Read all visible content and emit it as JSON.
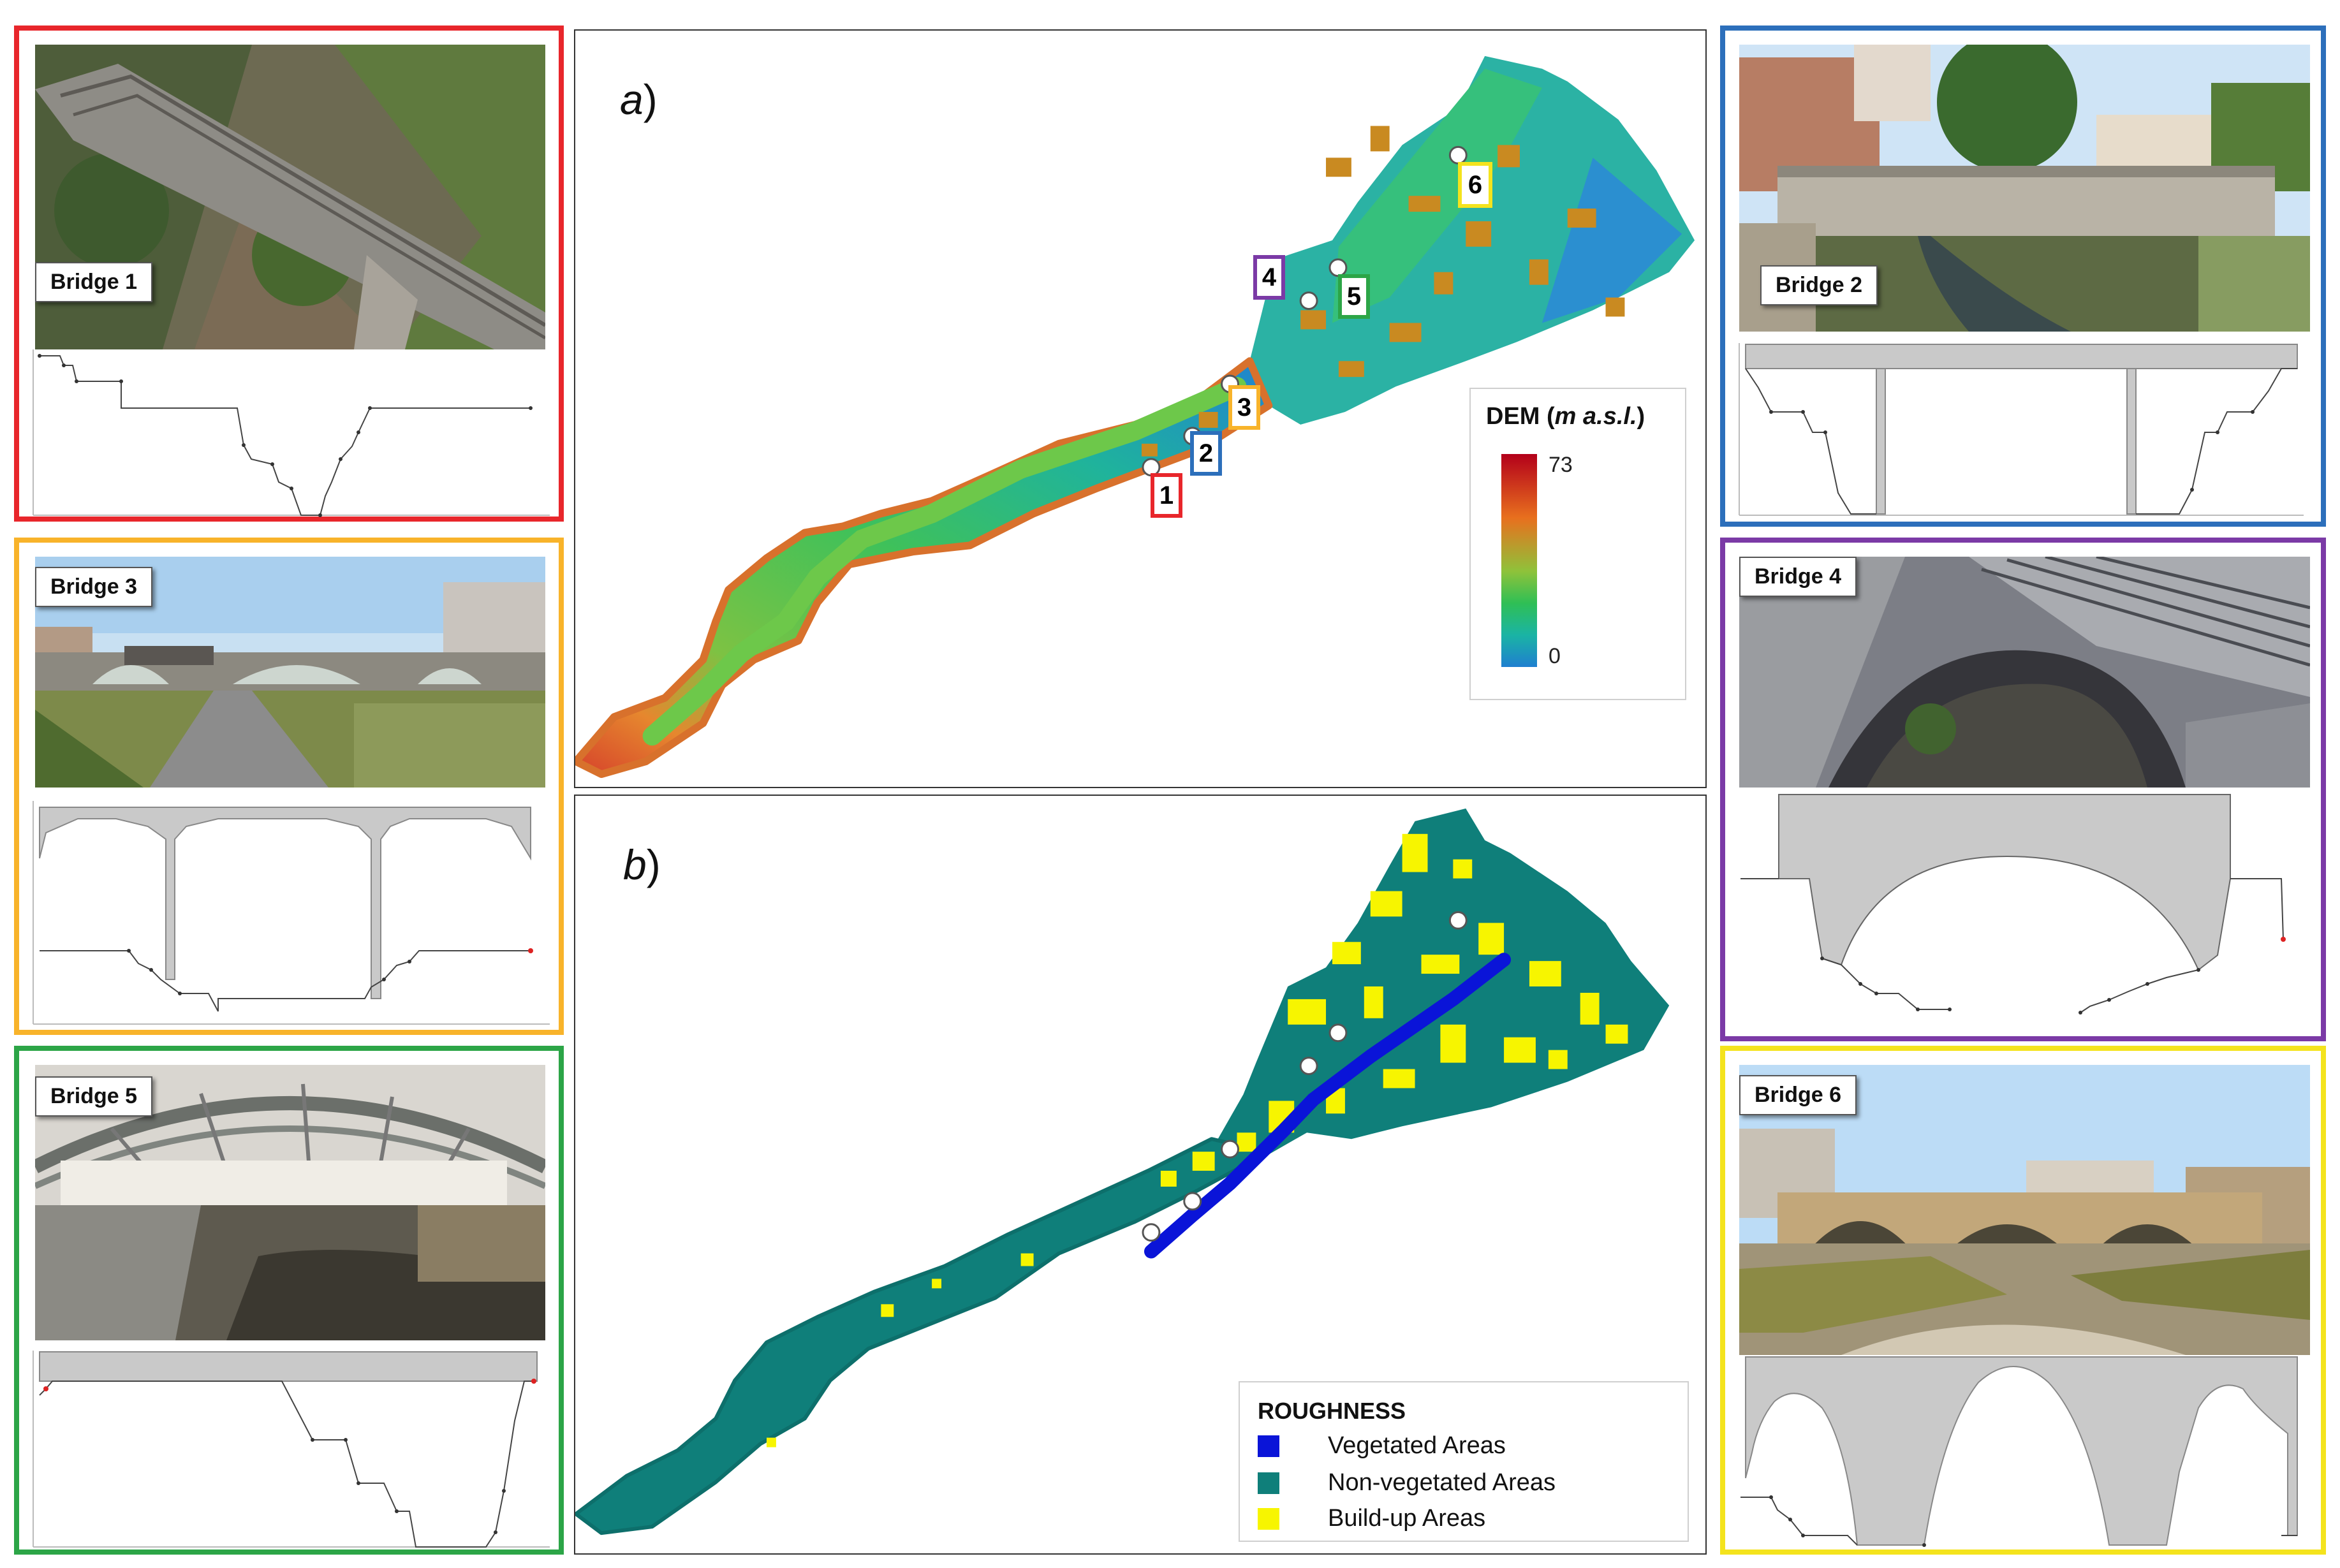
{
  "bridges": [
    {
      "label": "Bridge 1",
      "frame_color": "#e8262b"
    },
    {
      "label": "Bridge 2",
      "frame_color": "#2c6fbb"
    },
    {
      "label": "Bridge 3",
      "frame_color": "#f8b32a"
    },
    {
      "label": "Bridge 4",
      "frame_color": "#7b3aa6"
    },
    {
      "label": "Bridge 5",
      "frame_color": "#2ca547"
    },
    {
      "label": "Bridge 6",
      "frame_color": "#f4e31d"
    }
  ],
  "map_a": {
    "title_letter": "a",
    "title_paren": ")",
    "markers": [
      {
        "number": "1",
        "color": "#e8262b"
      },
      {
        "number": "2",
        "color": "#2c6fbb"
      },
      {
        "number": "3",
        "color": "#f8b32a"
      },
      {
        "number": "4",
        "color": "#7b3aa6"
      },
      {
        "number": "5",
        "color": "#2ca547"
      },
      {
        "number": "6",
        "color": "#f4e31d"
      }
    ],
    "legend": {
      "title_prefix": "DEM (",
      "title_unit": "m a.s.l.",
      "title_suffix": ")",
      "max_label": "73",
      "min_label": "0",
      "gradient_colors": [
        "#b3001a",
        "#e8701e",
        "#8fc23a",
        "#2fbf55",
        "#1ab4a4",
        "#1f7fd0"
      ]
    }
  },
  "map_b": {
    "title_letter": "b",
    "title_paren": ")",
    "legend": {
      "title": "ROUGHNESS",
      "items": [
        {
          "label": "Vegetated Areas",
          "color": "#0a14d8"
        },
        {
          "label": "Non-vegetated Areas",
          "color": "#0f7f7a"
        },
        {
          "label": "Build-up Areas",
          "color": "#f7f500"
        }
      ]
    }
  }
}
